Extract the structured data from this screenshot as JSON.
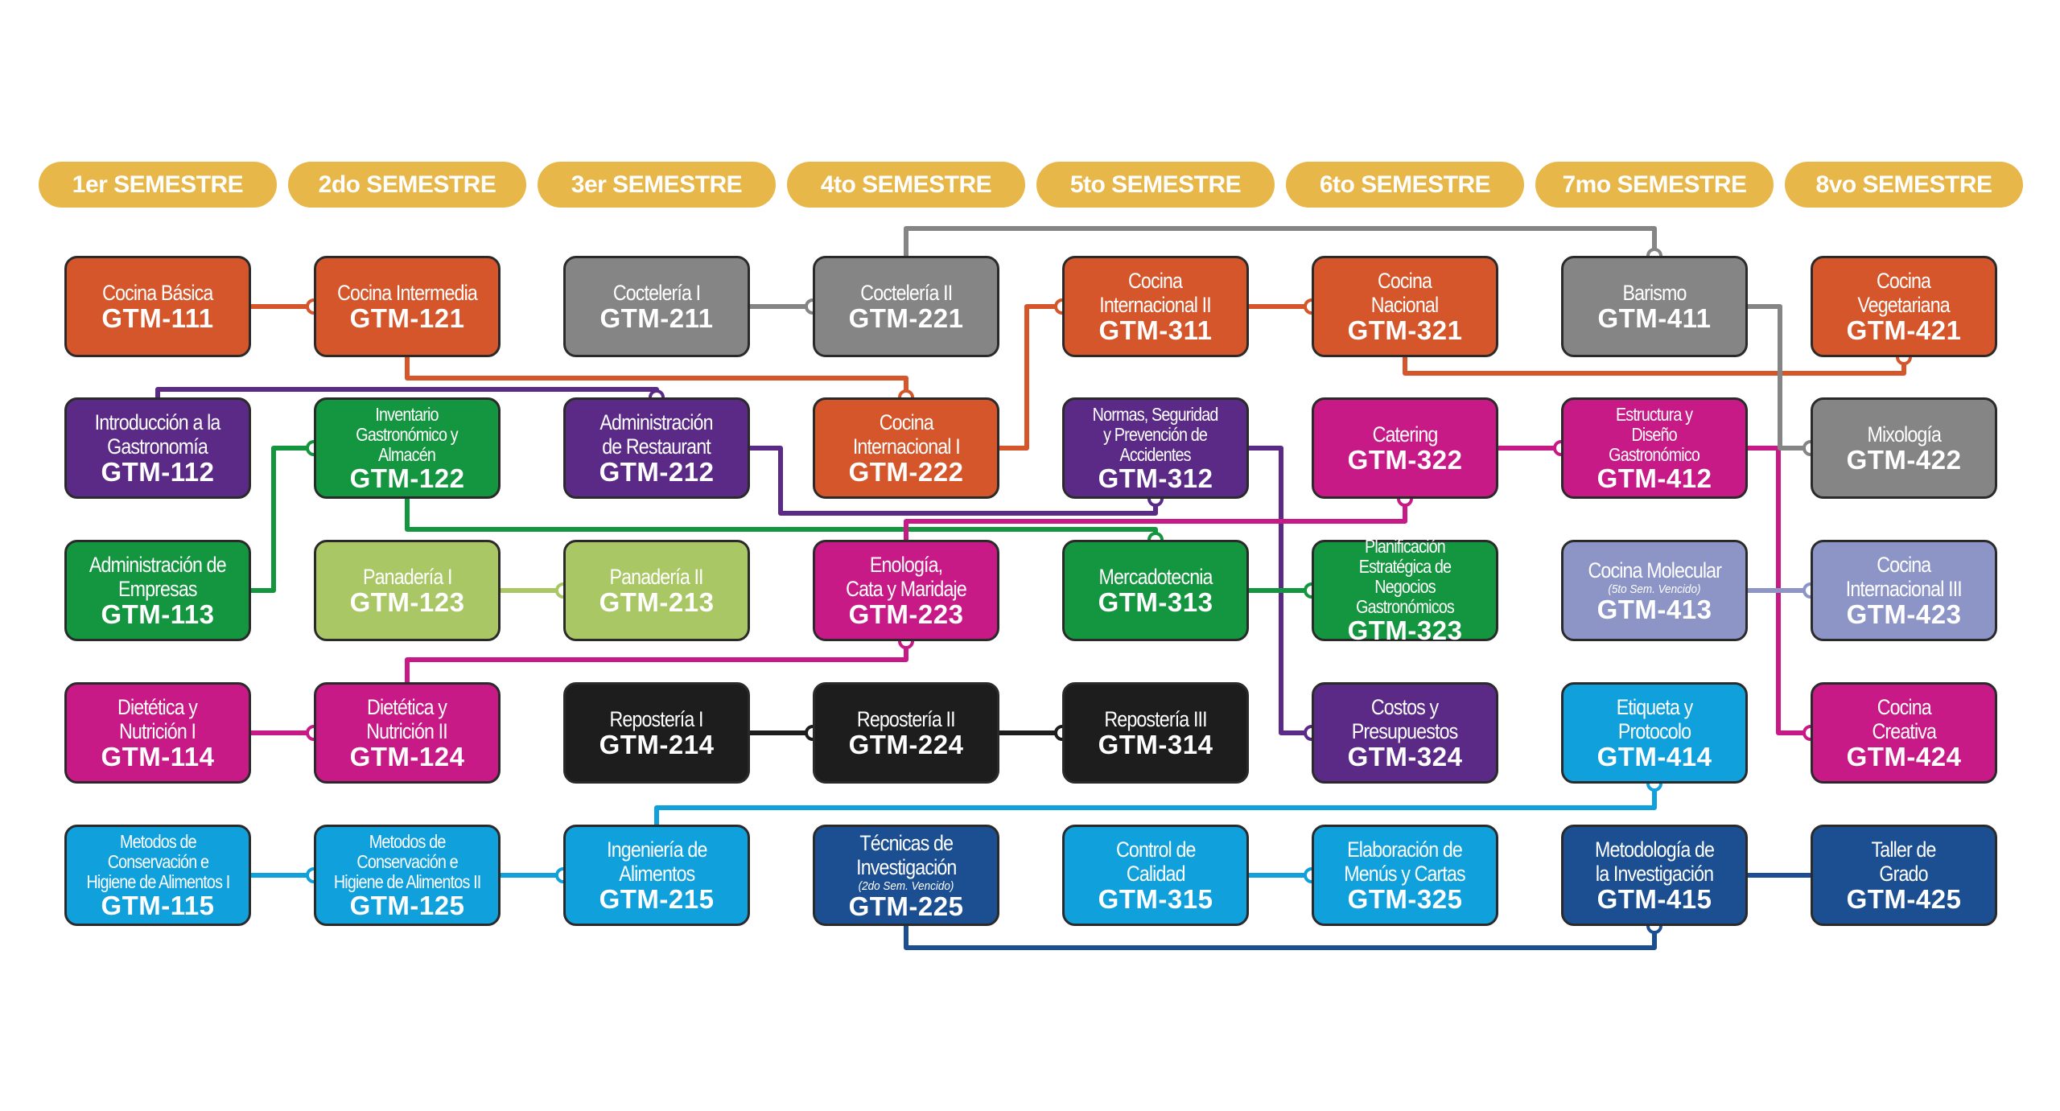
{
  "semesters": [
    "1er SEMESTRE",
    "2do SEMESTRE",
    "3er SEMESTRE",
    "4to SEMESTRE",
    "5to SEMESTRE",
    "6to SEMESTRE",
    "7mo SEMESTRE",
    "8vo SEMESTRE"
  ],
  "colors": {
    "semester_pill": "#E8B74A",
    "orange": "#D4562A",
    "purple": "#5B2A86",
    "green": "#14953F",
    "lime": "#A9C765",
    "magenta": "#C81A86",
    "sky": "#10A0DC",
    "navy": "#1B4F91",
    "gray": "#858585",
    "black": "#1D1D1D",
    "lavender": "#8C95C6"
  },
  "courses": {
    "c111": {
      "name": "Cocina Básica",
      "code": "GTM-111"
    },
    "c112": {
      "name": "Introducción a la\nGastronomía",
      "code": "GTM-112"
    },
    "c113": {
      "name": "Administración de\nEmpresas",
      "code": "GTM-113"
    },
    "c114": {
      "name": "Dietética y\nNutrición I",
      "code": "GTM-114"
    },
    "c115": {
      "name": "Metodos de\nConservación e\nHigiene de Alimentos I",
      "code": "GTM-115"
    },
    "c121": {
      "name": "Cocina Intermedia",
      "code": "GTM-121"
    },
    "c122": {
      "name": "Inventario\nGastronómico y\nAlmacén",
      "code": "GTM-122"
    },
    "c123": {
      "name": "Panadería I",
      "code": "GTM-123"
    },
    "c124": {
      "name": "Dietética y\nNutrición II",
      "code": "GTM-124"
    },
    "c125": {
      "name": "Metodos de\nConservación e\nHigiene de Alimentos II",
      "code": "GTM-125"
    },
    "c211": {
      "name": "Coctelería I",
      "code": "GTM-211"
    },
    "c212": {
      "name": "Administración\nde Restaurant",
      "code": "GTM-212"
    },
    "c213": {
      "name": "Panadería II",
      "code": "GTM-213"
    },
    "c214": {
      "name": "Repostería I",
      "code": "GTM-214"
    },
    "c215": {
      "name": "Ingeniería de\nAlimentos",
      "code": "GTM-215"
    },
    "c221": {
      "name": "Coctelería II",
      "code": "GTM-221"
    },
    "c222": {
      "name": "Cocina\nInternacional I",
      "code": "GTM-222"
    },
    "c223": {
      "name": "Enología,\nCata y Maridaje",
      "code": "GTM-223"
    },
    "c224": {
      "name": "Repostería II",
      "code": "GTM-224"
    },
    "c225": {
      "name": "Técnicas de\nInvestigación",
      "note": "(2do Sem. Vencido)",
      "code": "GTM-225"
    },
    "c311": {
      "name": "Cocina\nInternacional II",
      "code": "GTM-311"
    },
    "c312": {
      "name": "Normas, Seguridad\ny Prevención de\nAccidentes",
      "code": "GTM-312"
    },
    "c313": {
      "name": "Mercadotecnia",
      "code": "GTM-313"
    },
    "c314": {
      "name": "Repostería III",
      "code": "GTM-314"
    },
    "c315": {
      "name": "Control de\nCalidad",
      "code": "GTM-315"
    },
    "c321": {
      "name": "Cocina\nNacional",
      "code": "GTM-321"
    },
    "c322": {
      "name": "Catering",
      "code": "GTM-322"
    },
    "c323": {
      "name": "Planificación\nEstratégica de Negocios\nGastronómicos",
      "code": "GTM-323"
    },
    "c324": {
      "name": "Costos y\nPresupuestos",
      "code": "GTM-324"
    },
    "c325": {
      "name": "Elaboración de\nMenús y Cartas",
      "code": "GTM-325"
    },
    "c411": {
      "name": "Barismo",
      "code": "GTM-411"
    },
    "c412": {
      "name": "Estructura y\nDiseño\nGastronómico",
      "code": "GTM-412"
    },
    "c413": {
      "name": "Cocina Molecular",
      "note": "(5to Sem. Vencido)",
      "code": "GTM-413"
    },
    "c414": {
      "name": "Etiqueta y\nProtocolo",
      "code": "GTM-414"
    },
    "c415": {
      "name": "Metodología de\nla Investigación",
      "code": "GTM-415"
    },
    "c421": {
      "name": "Cocina\nVegetariana",
      "code": "GTM-421"
    },
    "c422": {
      "name": "Mixología",
      "code": "GTM-422"
    },
    "c423": {
      "name": "Cocina\nInternacional III",
      "code": "GTM-423"
    },
    "c424": {
      "name": "Cocina\nCreativa",
      "code": "GTM-424"
    },
    "c425": {
      "name": "Taller de\nGrado",
      "code": "GTM-425"
    }
  }
}
